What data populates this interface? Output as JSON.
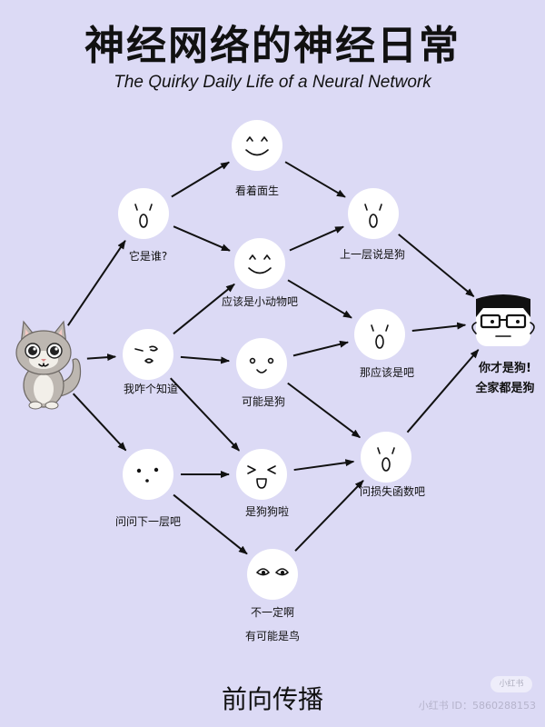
{
  "title": "神经网络的神经日常",
  "subtitle": "The Quirky Daily Life of a Neural Network",
  "caption": "前向传播",
  "watermark_badge": "小红书",
  "watermark_text": "小红书 ID：5860288153",
  "colors": {
    "background": "#dcdaf5",
    "node": "#ffffff",
    "ink": "#111111",
    "cat": "#bdb7b1"
  },
  "nodes": [
    {
      "id": "input-cat",
      "icon": "cat-icon"
    },
    {
      "id": "h1-top",
      "label": "它是谁?",
      "face": "surprised"
    },
    {
      "id": "h1-mid",
      "label": "我咋个知道",
      "face": "wink"
    },
    {
      "id": "h1-bot",
      "label": "问问下一层吧",
      "face": "dots"
    },
    {
      "id": "h2-1",
      "label": "看着面生",
      "face": "smile"
    },
    {
      "id": "h2-2",
      "label": "应该是小动物吧",
      "face": "smile"
    },
    {
      "id": "h2-3",
      "label": "可能是狗",
      "face": "small-smile"
    },
    {
      "id": "h2-4",
      "label": "是狗狗啦",
      "face": "tongue"
    },
    {
      "id": "h2-5",
      "label": "不一定啊",
      "label2": "有可能是鸟",
      "face": "squint"
    },
    {
      "id": "h3-1",
      "label": "上一层说是狗",
      "face": "surprised"
    },
    {
      "id": "h3-2",
      "label": "那应该是吧",
      "face": "surprised"
    },
    {
      "id": "h3-3",
      "label": "问损失函数吧",
      "face": "surprised"
    },
    {
      "id": "output",
      "label": "你才是狗!",
      "label2": "全家都是狗",
      "icon": "glasses-face-icon"
    }
  ],
  "edges": [
    [
      "input-cat",
      "h1-top"
    ],
    [
      "input-cat",
      "h1-mid"
    ],
    [
      "input-cat",
      "h1-bot"
    ],
    [
      "h1-top",
      "h2-1"
    ],
    [
      "h1-top",
      "h2-2"
    ],
    [
      "h1-mid",
      "h2-2"
    ],
    [
      "h1-mid",
      "h2-3"
    ],
    [
      "h1-mid",
      "h2-4"
    ],
    [
      "h1-bot",
      "h2-4"
    ],
    [
      "h1-bot",
      "h2-5"
    ],
    [
      "h2-1",
      "h3-1"
    ],
    [
      "h2-2",
      "h3-1"
    ],
    [
      "h2-2",
      "h3-2"
    ],
    [
      "h2-3",
      "h3-2"
    ],
    [
      "h2-3",
      "h3-3"
    ],
    [
      "h2-4",
      "h3-3"
    ],
    [
      "h2-5",
      "h3-3"
    ],
    [
      "h3-1",
      "output"
    ],
    [
      "h3-2",
      "output"
    ],
    [
      "h3-3",
      "output"
    ]
  ]
}
